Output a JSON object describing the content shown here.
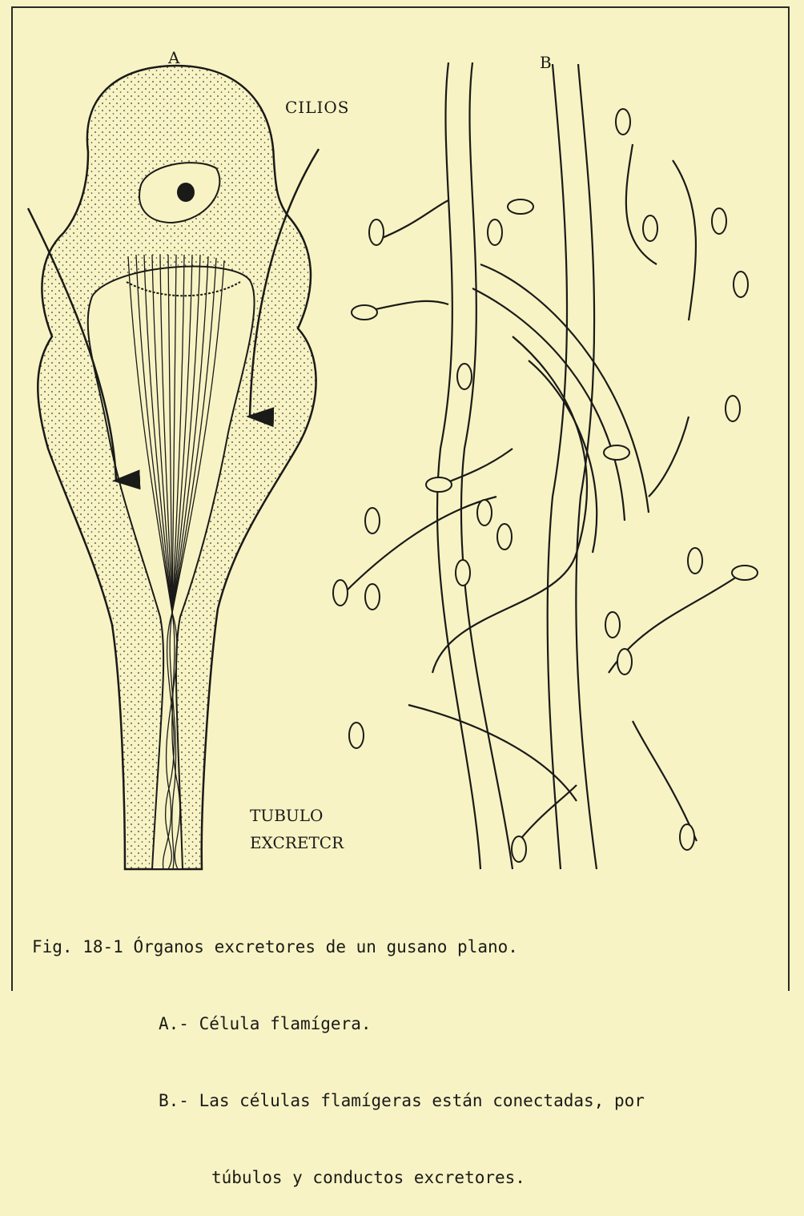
{
  "panels": {
    "a_label": "A",
    "b_label": "B"
  },
  "labels": {
    "cilios": "CILIOS",
    "tubulo": "TUBULO",
    "excretor": "EXCRETCR"
  },
  "caption": {
    "fig_number": "Fig. 18-1",
    "title": "Órganos excretores de un gusano plano.",
    "line_a": "A.- Célula flamígera.",
    "line_b1": "B.- Las células flamígeras están conectadas, por",
    "line_b2": "túbulos y conductos excretores."
  }
}
